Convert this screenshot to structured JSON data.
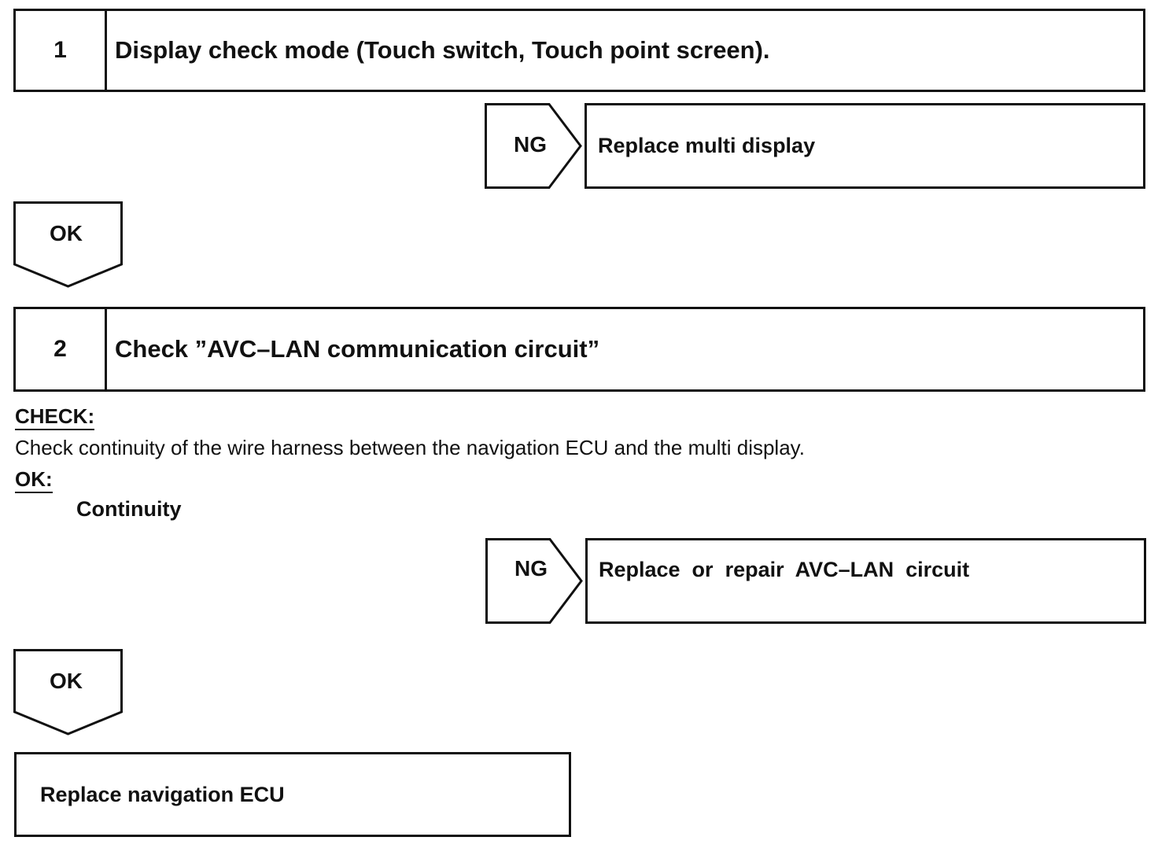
{
  "step1": {
    "number": "1",
    "title": "Display check mode (Touch switch, Touch point screen)."
  },
  "ng1": {
    "label": "NG",
    "action": "Replace multi display"
  },
  "ok1": {
    "label": "OK"
  },
  "step2": {
    "number": "2",
    "title": "Check ”AVC–LAN communication circuit”"
  },
  "check": {
    "heading": "CHECK:",
    "text": "Check continuity of the wire harness between the navigation ECU and the multi display."
  },
  "ok_spec": {
    "heading": "OK:",
    "value": "Continuity"
  },
  "ng2": {
    "label": "NG",
    "action": "Replace  or  repair  AVC–LAN  circuit"
  },
  "ok2": {
    "label": "OK"
  },
  "final": {
    "action": "Replace navigation ECU"
  }
}
